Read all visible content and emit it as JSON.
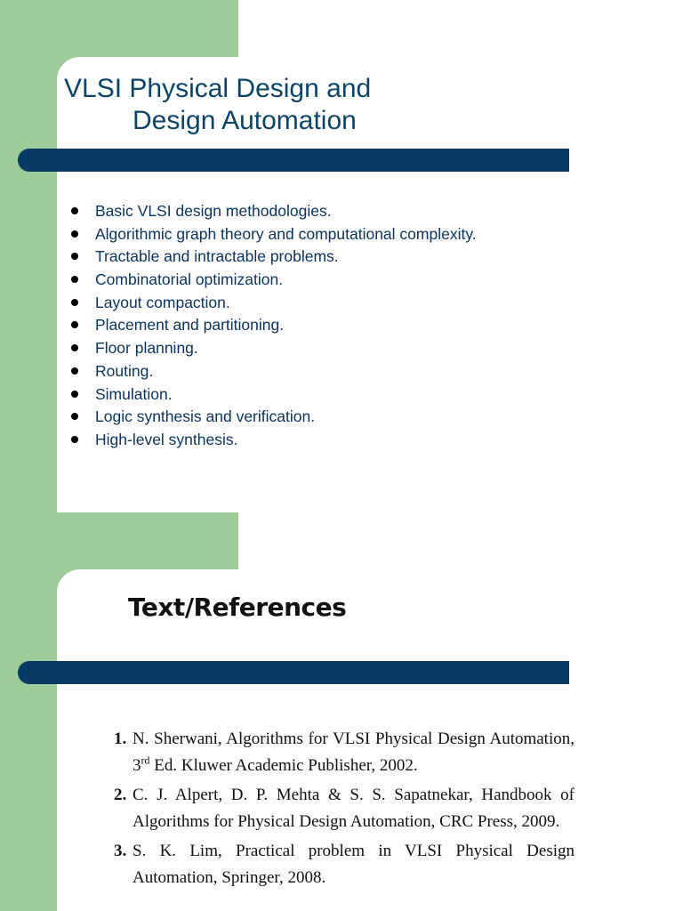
{
  "slide1": {
    "title_line1": "VLSI Physical Design and",
    "title_line2": "Design Automation",
    "bullets": [
      "Basic VLSI design methodologies.",
      "Algorithmic graph theory and computational complexity.",
      "Tractable and intractable problems.",
      "Combinatorial optimization.",
      "Layout compaction.",
      "Placement and partitioning.",
      "Floor planning.",
      "Routing.",
      "Simulation.",
      "Logic synthesis and verification.",
      "High-level synthesis."
    ]
  },
  "slide2": {
    "heading": "Text/References",
    "references": [
      {
        "num": "1.",
        "before_sup": "N. Sherwani, Algorithms for VLSI Physical Design Automation, 3",
        "sup": "rd",
        "after_sup": " Ed. Kluwer Academic Publisher, 2002."
      },
      {
        "num": "2.",
        "text": "C. J. Alpert, D. P. Mehta & S. S. Sapatnekar, Handbook of Algorithms for Physical Design Automation, CRC Press, 2009."
      },
      {
        "num": "3.",
        "text": "S. K. Lim, Practical problem in VLSI Physical Design Automation, Springer, 2008."
      }
    ]
  },
  "colors": {
    "accent_green": "#9ecb99",
    "rule_navy": "#093a63",
    "title_blue": "#0b4466"
  }
}
